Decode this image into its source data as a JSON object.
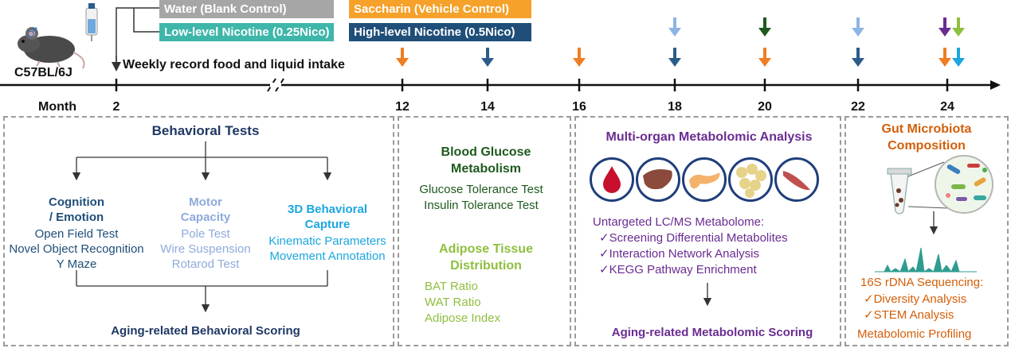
{
  "colors": {
    "water": "#a6a6a6",
    "low_nico": "#3fb6aa",
    "saccharin": "#f5a12a",
    "high_nico": "#1f4e79",
    "orange_arrow": "#ef7d22",
    "blue_arrow": "#2b5d8a",
    "light_blue_arrow": "#8eb4e3",
    "dark_green_arrow": "#1e5a1e",
    "purple_arrow": "#6a2c91",
    "lime_arrow": "#8fbf3f",
    "cyan_arrow": "#1ca6e0"
  },
  "header": {
    "sex_symbol": "♂",
    "strain": "C57BL/6J",
    "weekly_note": "Weekly record food and liquid intake",
    "groups": {
      "water": "Water (Blank Control)",
      "saccharin": "Saccharin (Vehicle Control)",
      "low_nico": "Low-level Nicotine (0.25Nico)",
      "high_nico": "High-level Nicotine (0.5Nico)"
    }
  },
  "timeline": {
    "axis_label": "Month",
    "ticks": [
      "2",
      "12",
      "14",
      "16",
      "18",
      "20",
      "22",
      "24"
    ]
  },
  "behavior": {
    "title": "Behavioral Tests",
    "cognition": {
      "title_line1": "Cognition",
      "title_line2": "/ Emotion",
      "items": [
        "Open Field Test",
        "Novel Object Recognition",
        "Y Maze"
      ]
    },
    "motor": {
      "title_line1": "Motor",
      "title_line2": "Capacity",
      "items": [
        "Pole Test",
        "Wire Suspension",
        "Rotarod Test"
      ]
    },
    "capture": {
      "title_line1": "3D Behavioral",
      "title_line2": "Capture",
      "items": [
        "Kinematic Parameters",
        "Movement Annotation"
      ]
    },
    "scoring": "Aging-related Behavioral Scoring"
  },
  "glucose": {
    "title_line1": "Blood Glucose",
    "title_line2": "Metabolism",
    "items": [
      "Glucose Tolerance Test",
      "Insulin Tolerance Test"
    ]
  },
  "adipose": {
    "title_line1": "Adipose Tissue",
    "title_line2": "Distribution",
    "items": [
      "BAT Ratio",
      "WAT Ratio",
      "Adipose Index"
    ]
  },
  "metabolomic": {
    "title": "Multi-organ Metabolomic Analysis",
    "organs": [
      "blood-icon",
      "liver-icon",
      "pancreas-icon",
      "fat-icon",
      "muscle-icon"
    ],
    "subtitle": "Untargeted LC/MS Metabolome:",
    "items": [
      "✓Screening Differential Metabolites",
      "✓Interaction Network Analysis",
      "✓KEGG Pathway Enrichment"
    ],
    "scoring": "Aging-related Metabolomic Scoring"
  },
  "microbiota": {
    "title_line1": "Gut Microbiota",
    "title_line2": "Composition",
    "subtitle": "16S rDNA Sequencing:",
    "items": [
      "✓Diversity Analysis",
      "✓STEM Analysis"
    ],
    "profiling": "Metabolomic Profiling"
  }
}
